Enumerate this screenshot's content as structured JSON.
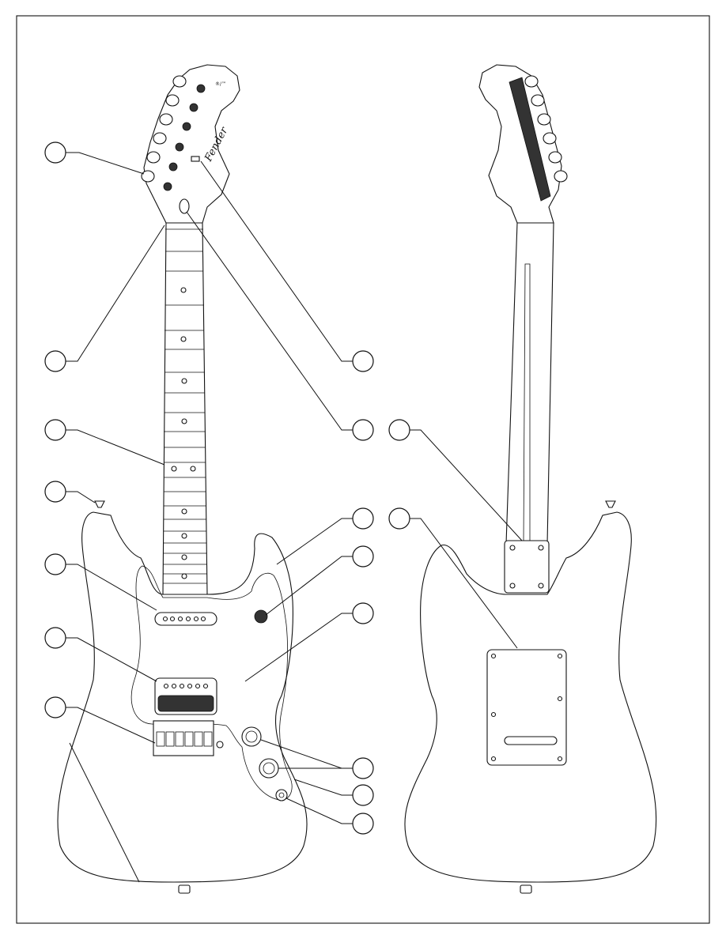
{
  "headstock": {
    "brand_logo": "Fender",
    "small_mark": "®/™"
  },
  "callouts": [
    {
      "id": "tuners",
      "target": "tuning-machine"
    },
    {
      "id": "nut",
      "target": "nut"
    },
    {
      "id": "fretboard",
      "target": "fretboard"
    },
    {
      "id": "strap-button",
      "target": "strap-button"
    },
    {
      "id": "neck-pickup",
      "target": "single-coil-pickup"
    },
    {
      "id": "bridge-pickup",
      "target": "humbucker-pickup"
    },
    {
      "id": "bridge",
      "target": "bridge"
    },
    {
      "id": "string-tree",
      "target": "string-tree"
    },
    {
      "id": "truss-rod",
      "target": "truss-rod-adjust"
    },
    {
      "id": "body",
      "target": "body"
    },
    {
      "id": "switch",
      "target": "pickup-selector"
    },
    {
      "id": "pickguard-screw",
      "target": "pickguard"
    },
    {
      "id": "knobs",
      "target": "control-knobs"
    },
    {
      "id": "control-plate",
      "target": "control-plate"
    },
    {
      "id": "output-jack",
      "target": "output-jack"
    },
    {
      "id": "neck-plate",
      "target": "neck-plate"
    },
    {
      "id": "tremolo-cover",
      "target": "back-plate"
    }
  ]
}
